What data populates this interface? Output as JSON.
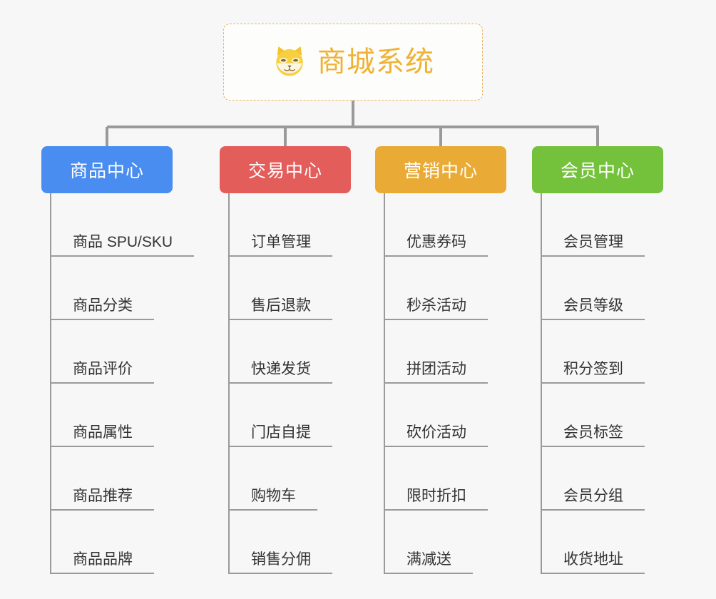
{
  "diagram": {
    "type": "mind-map",
    "background_color": "#f7f7f7",
    "connector_color": "#9a9a9a",
    "root": {
      "title": "商城系统",
      "icon": "shiba-dog-emoji",
      "text_color": "#efb236",
      "border_color": "#e8b763",
      "border_style": "dashed",
      "background_color": "#fdfdfb"
    },
    "branches": [
      {
        "label": "商品中心",
        "color": "#4a8df0",
        "items": [
          "商品 SPU/SKU",
          "商品分类",
          "商品评价",
          "商品属性",
          "商品推荐",
          "商品品牌"
        ]
      },
      {
        "label": "交易中心",
        "color": "#e35d5b",
        "items": [
          "订单管理",
          "售后退款",
          "快递发货",
          "门店自提",
          "购物车",
          "销售分佣"
        ]
      },
      {
        "label": "营销中心",
        "color": "#e9ab36",
        "items": [
          "优惠券码",
          "秒杀活动",
          "拼团活动",
          "砍价活动",
          "限时折扣",
          "满减送"
        ]
      },
      {
        "label": "会员中心",
        "color": "#74c13c",
        "items": [
          "会员管理",
          "会员等级",
          "积分签到",
          "会员标签",
          "会员分组",
          "收货地址"
        ]
      }
    ]
  }
}
